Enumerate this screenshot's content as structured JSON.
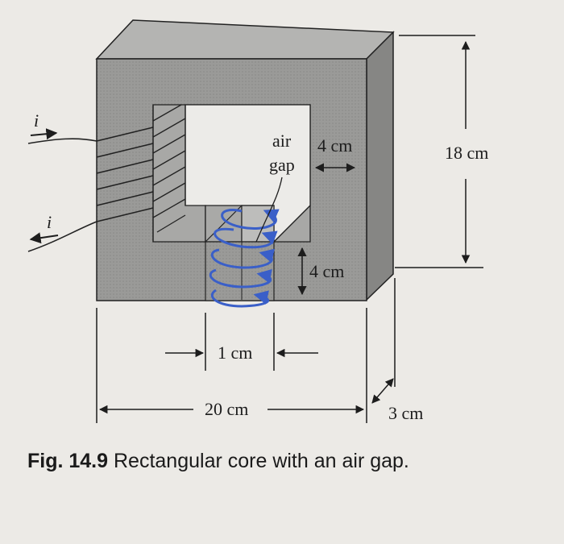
{
  "figure": {
    "caption_label": "Fig. 14.9",
    "caption_text": "Rectangular core with an air gap."
  },
  "labels": {
    "current_top": "i",
    "current_bottom": "i",
    "air": "air",
    "gap": "gap",
    "inner_width": "4 cm",
    "height": "18 cm",
    "gap_height": "4 cm",
    "leg_width": "1 cm",
    "width": "20 cm",
    "depth": "3 cm"
  },
  "colors": {
    "core_face": "#9a9a98",
    "core_top": "#b4b4b2",
    "core_side": "#858583",
    "window": "#ecebe8",
    "flux_lines": "#3a5fc8",
    "ink": "#1d1d1d"
  }
}
